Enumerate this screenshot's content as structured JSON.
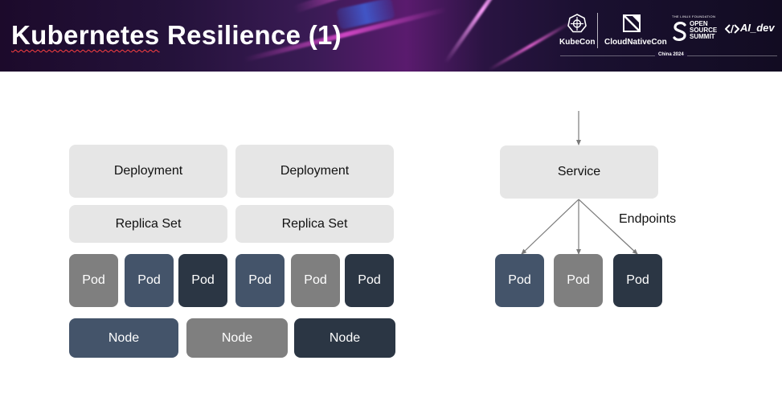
{
  "slide": {
    "title_part1": "Kubernetes",
    "title_part2": " Resilience (1)"
  },
  "logos": {
    "kubecon": "KubeCon",
    "cloudnativecon": "CloudNativeCon",
    "linux_foundation": "THE LINUX FOUNDATION",
    "oss": [
      "OPEN",
      "SOURCE",
      "SUMMIT"
    ],
    "aidev": "AI_dev",
    "event": "China 2024"
  },
  "colors": {
    "light_box": "#e6e6e6",
    "grey_box": "#7f7f7f",
    "slate_box": "#44546a",
    "dark_box": "#2b3644"
  },
  "diagram": {
    "deployments": [
      "Deployment",
      "Deployment"
    ],
    "replica_sets": [
      "Replica Set",
      "Replica Set"
    ],
    "pods": [
      {
        "label": "Pod",
        "color": "grey"
      },
      {
        "label": "Pod",
        "color": "slate"
      },
      {
        "label": "Pod",
        "color": "dark"
      },
      {
        "label": "Pod",
        "color": "slate"
      },
      {
        "label": "Pod",
        "color": "grey"
      },
      {
        "label": "Pod",
        "color": "dark"
      }
    ],
    "nodes": [
      {
        "label": "Node",
        "color": "slate"
      },
      {
        "label": "Node",
        "color": "grey"
      },
      {
        "label": "Node",
        "color": "dark"
      }
    ],
    "service": "Service",
    "endpoints_label": "Endpoints",
    "service_pods": [
      {
        "label": "Pod",
        "color": "slate"
      },
      {
        "label": "Pod",
        "color": "grey"
      },
      {
        "label": "Pod",
        "color": "dark"
      }
    ]
  }
}
